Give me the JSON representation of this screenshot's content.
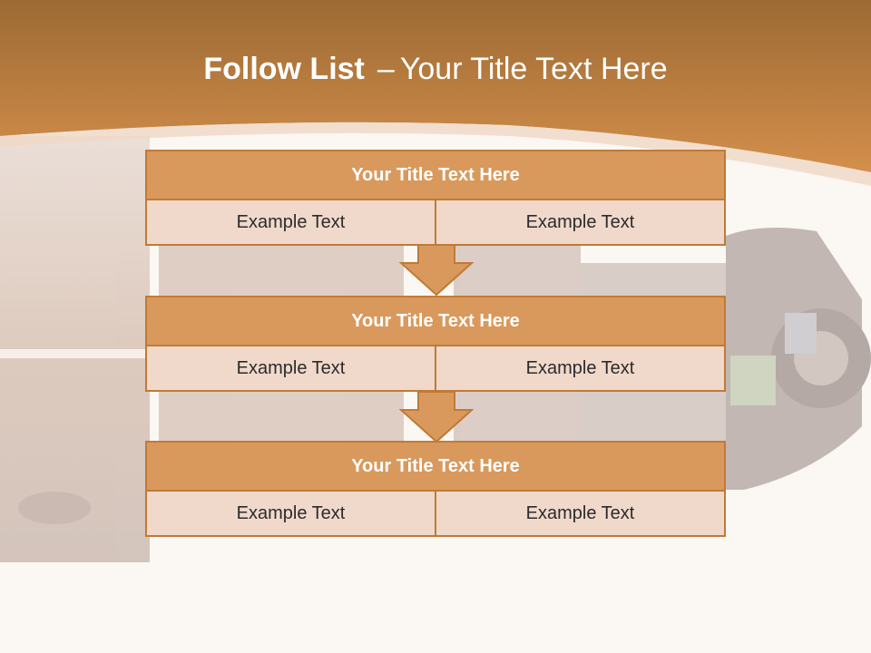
{
  "title": {
    "bold": "Follow List",
    "dash": "–",
    "rest": "Your Title Text Here"
  },
  "blocks": [
    {
      "title": "Your Title Text Here",
      "cells": [
        "Example Text",
        "Example Text"
      ]
    },
    {
      "title": "Your Title Text Here",
      "cells": [
        "Example Text",
        "Example Text"
      ]
    },
    {
      "title": "Your Title Text Here",
      "cells": [
        "Example Text",
        "Example Text"
      ]
    }
  ],
  "colors": {
    "header": "#c98545",
    "block_title": "#d9995d",
    "cell": "#f0d9cb",
    "border": "#c07a35"
  }
}
